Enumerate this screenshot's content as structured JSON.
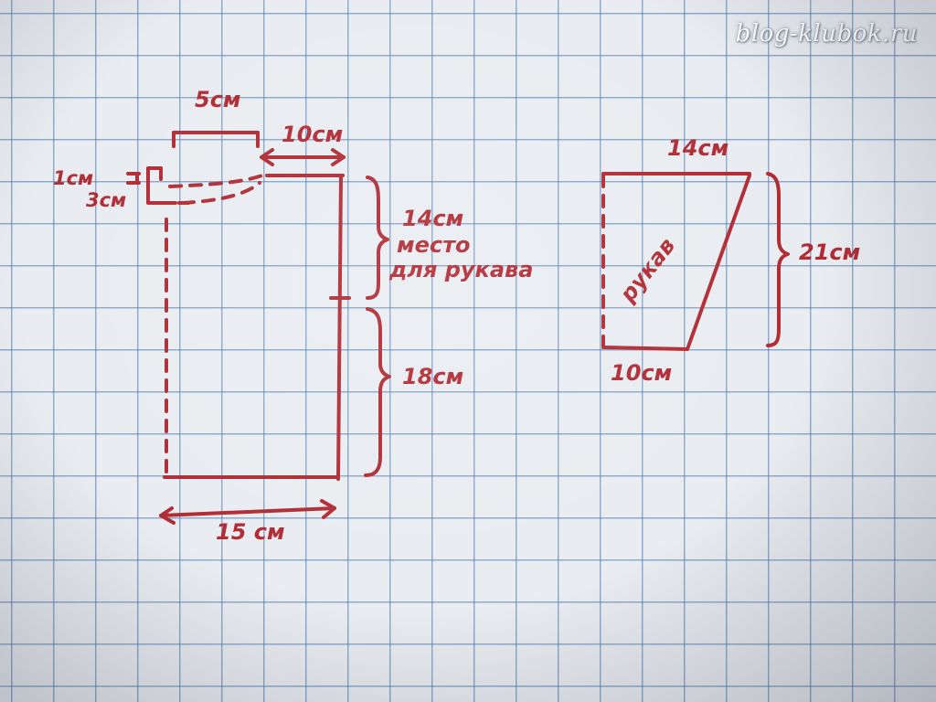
{
  "watermark": "blog-klubok.ru",
  "ink_color": "#b02c35",
  "labels": {
    "top_5": "5см",
    "top_10": "10см",
    "left_1": "1см",
    "left_3": "3см",
    "sleeve_area_14": "14см",
    "sleeve_area_text1": "место",
    "sleeve_area_text2": "для рукава",
    "side_18": "18см",
    "bottom_15": "15 см",
    "sleeve_top_14": "14см",
    "sleeve_side_21": "21см",
    "sleeve_bottom_10": "10см",
    "sleeve_name": "рукав"
  }
}
